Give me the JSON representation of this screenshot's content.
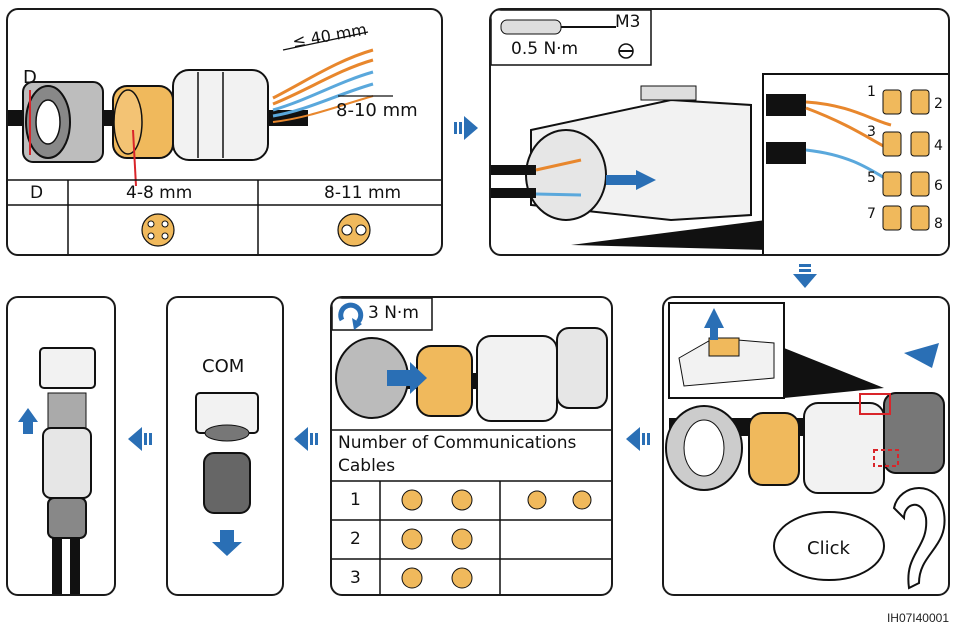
{
  "step1": {
    "d_symbol": "D",
    "strip_length": "≤ 40 mm",
    "insulation_length": "8-10 mm",
    "table_header_d": "D",
    "range_small": "4-8 mm",
    "range_large": "8-11 mm"
  },
  "step2": {
    "tool_size": "M3",
    "torque": "0.5 N·m",
    "pins": [
      "1",
      "2",
      "3",
      "4",
      "5",
      "6",
      "7",
      "8"
    ]
  },
  "step4": {
    "torque": "3 N·m",
    "table_title": "Number of Communications Cables",
    "rows": [
      "1",
      "2",
      "3"
    ]
  },
  "step3": {
    "click_text": "Click"
  },
  "step5": {
    "port_label": "COM"
  },
  "figure_id": "IH07I40001",
  "colors": {
    "outline": "#1a1a1a",
    "gasket": "#f0b95c",
    "arrow": "#2a6fb5",
    "dimension_red": "#d9252a",
    "wire_orange": "#e8872d",
    "wire_blue": "#5aa8dc"
  }
}
